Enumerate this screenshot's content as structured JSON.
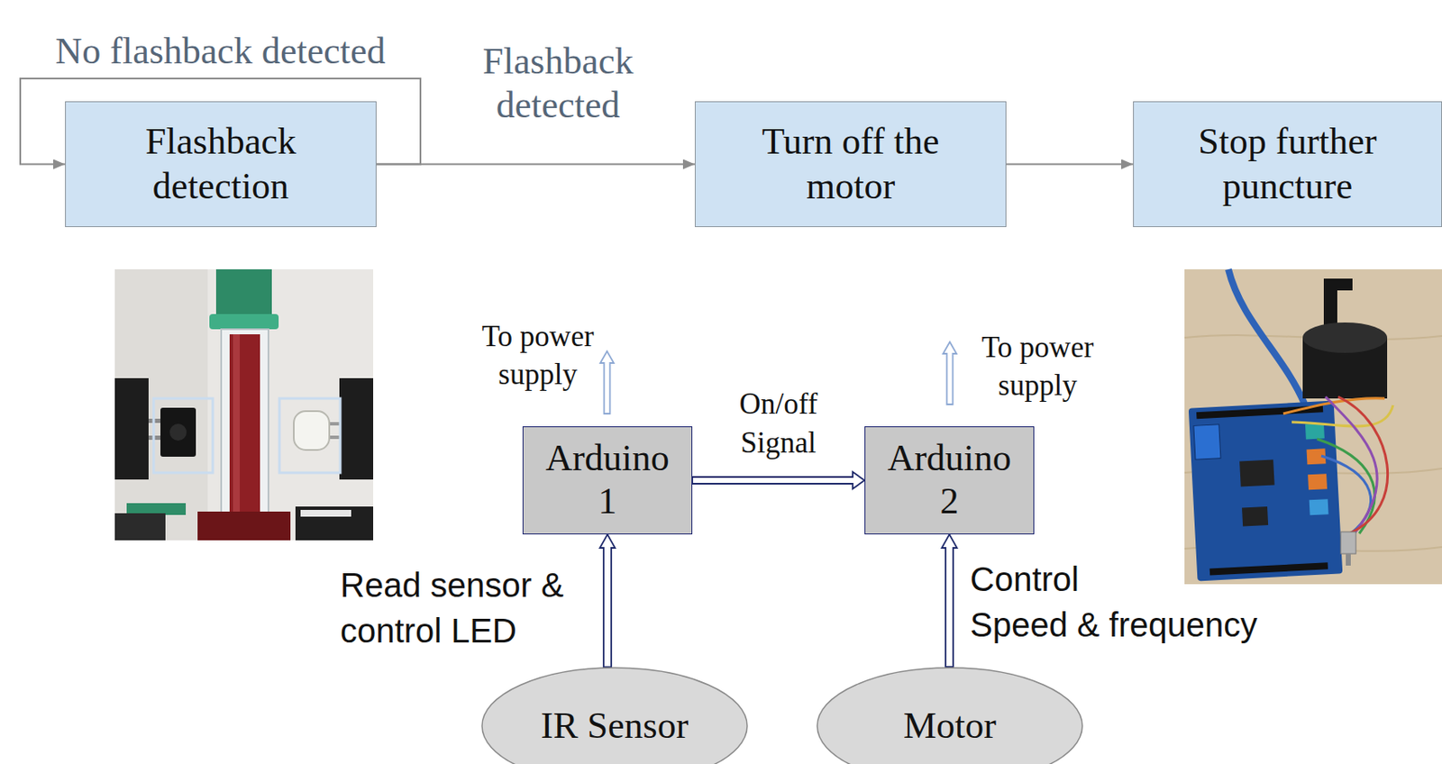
{
  "diagram": {
    "nodes": [
      {
        "text": [
          "Flashback detection"
        ]
      },
      {
        "text": [
          "Turn off the motor"
        ]
      },
      {
        "text": [
          "Stop further puncture"
        ]
      },
      {
        "text": [
          "Arduino 1"
        ]
      },
      {
        "text": [
          "Arduino 2"
        ]
      },
      {
        "text": [
          "IR Sensor"
        ]
      },
      {
        "text": [
          "Motor"
        ]
      }
    ],
    "edges": [
      {
        "from": 0,
        "to": 0,
        "label": "No flashback detected",
        "arrow": "to"
      },
      {
        "from": 0,
        "to": 1,
        "label": "Flashback detected",
        "arrow": "to"
      },
      {
        "from": 1,
        "to": 2,
        "arrow": "to"
      },
      {
        "from": 3,
        "to": 4,
        "label": "On/off Signal",
        "arrow": "to"
      },
      {
        "from": 5,
        "to": 3,
        "label": "Read sensor & control LED",
        "arrow": "to"
      },
      {
        "from": 6,
        "to": 4,
        "label": "Control Speed & frequency",
        "arrow": "to"
      }
    ],
    "labels": [
      "To power supply",
      "To power supply"
    ]
  }
}
